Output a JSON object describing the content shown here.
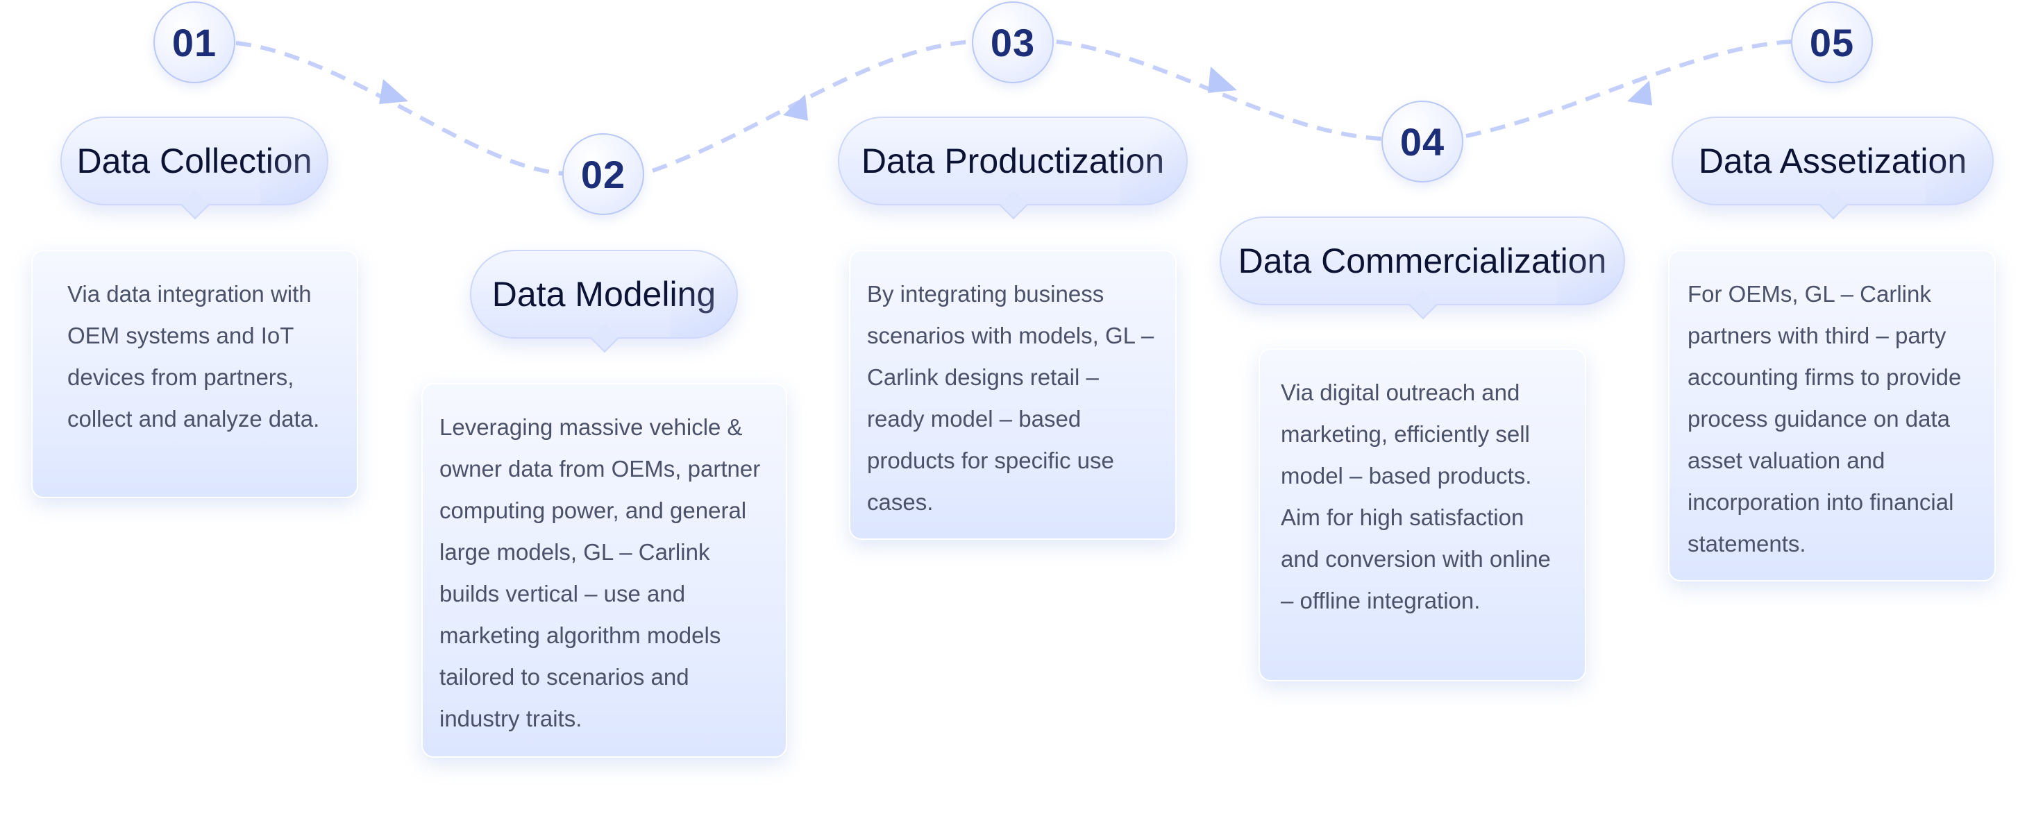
{
  "steps": [
    {
      "number": "01",
      "title": "Data Collection",
      "description": "Via data integration with OEM systems and IoT devices from partners, collect and analyze data."
    },
    {
      "number": "02",
      "title": "Data Modeling",
      "description": "Leveraging massive vehicle & owner data from OEMs, partner computing power, and general large models, GL – Carlink builds vertical – use and marketing algorithm models tailored to scenarios and industry traits."
    },
    {
      "number": "03",
      "title": "Data Productization",
      "description": "By integrating business scenarios with models, GL – Carlink designs retail – ready model – based products for specific use cases."
    },
    {
      "number": "04",
      "title": "Data Commercialization",
      "description": "Via digital outreach and marketing, efficiently sell model – based products. Aim for high satisfaction and conversion with online – offline integration."
    },
    {
      "number": "05",
      "title": "Data Assetization",
      "description": "For OEMs, GL – Carlink partners with third – party accounting firms to provide process guidance on data asset valuation and incorporation into financial statements."
    }
  ],
  "colors": {
    "number_text": "#1d2e78",
    "connector": "#c4d0fb",
    "arrow": "#b9c8fb",
    "title_text": "#0c1233",
    "body_text": "#4a5168"
  }
}
